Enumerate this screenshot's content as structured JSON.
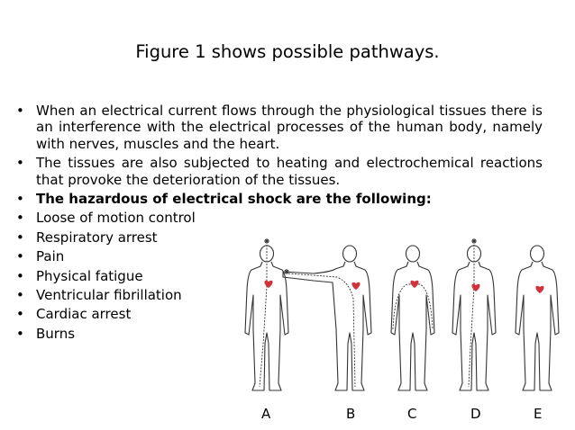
{
  "slide": {
    "title": "Figure 1 shows possible pathways.",
    "bullets": [
      {
        "text": "When an electrical current flows through the physiological tissues there is an interference with the electrical processes of the human body, namely with nerves, muscles and the heart.",
        "style": "justify"
      },
      {
        "text": "The tissues are also subjected to heating and electrochemical reactions that provoke the deterioration of the tissues.",
        "style": "justify"
      },
      {
        "text": "The hazardous of electrical shock are the following:",
        "style": "bold"
      },
      {
        "text": "Loose of motion control",
        "style": "plain"
      },
      {
        "text": "Respiratory arrest",
        "style": "plain"
      },
      {
        "text": "Pain",
        "style": "plain"
      },
      {
        "text": "Physical fatigue",
        "style": "plain"
      },
      {
        "text": "Ventricular fibrillation",
        "style": "plain"
      },
      {
        "text": "Cardiac arrest",
        "style": "plain"
      },
      {
        "text": "Burns",
        "style": "plain"
      }
    ],
    "bullet_glyph": "•"
  },
  "figure": {
    "labels": [
      "A",
      "B",
      "C",
      "D",
      "E"
    ],
    "heart_color": "#d0343a",
    "line_color": "#333333"
  }
}
